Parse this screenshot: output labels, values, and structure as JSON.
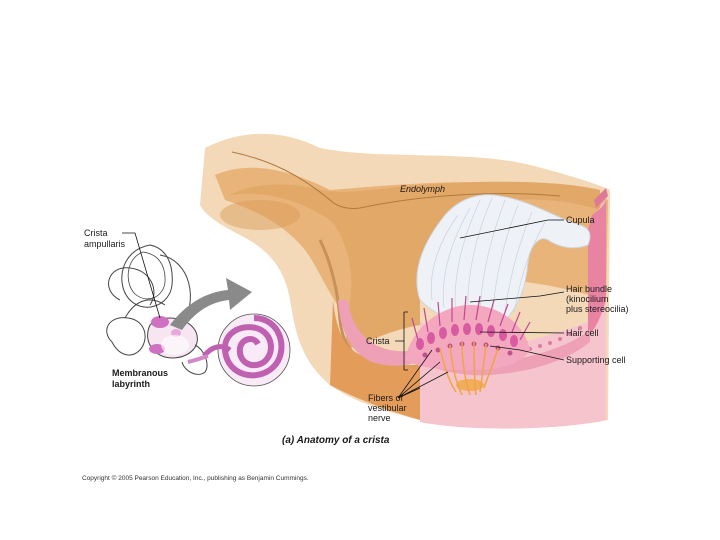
{
  "labels": {
    "crista_ampullaris": [
      "Crista",
      "ampullaris"
    ],
    "membranous_labyrinth": [
      "Membranous",
      "labyrinth"
    ],
    "endolymph": "Endolymph",
    "cupula": "Cupula",
    "hair_bundle": [
      "Hair bundle",
      "(kinocilium",
      "plus stereocilia)"
    ],
    "hair_cell": "Hair cell",
    "crista": "Crista",
    "supporting_cell": "Supporting cell",
    "fibers": [
      "Fibers of",
      "vestibular",
      "nerve"
    ]
  },
  "caption": "(a) Anatomy of a crista",
  "copyright": "Copyright © 2005 Pearson Education, Inc., publishing as Benjamin Cummings.",
  "colors": {
    "tube_outer": "#f3d9b8",
    "tube_wall": "#e2a868",
    "lumen": "#e9b47a",
    "pink_lining": "#eea0b6",
    "pink_face": "#f6c4cc",
    "cupula": "#eef2f6",
    "nerve": "#f0a640",
    "labyrinth_purple": "#c060b0",
    "arrow": "#8a8a8a"
  }
}
